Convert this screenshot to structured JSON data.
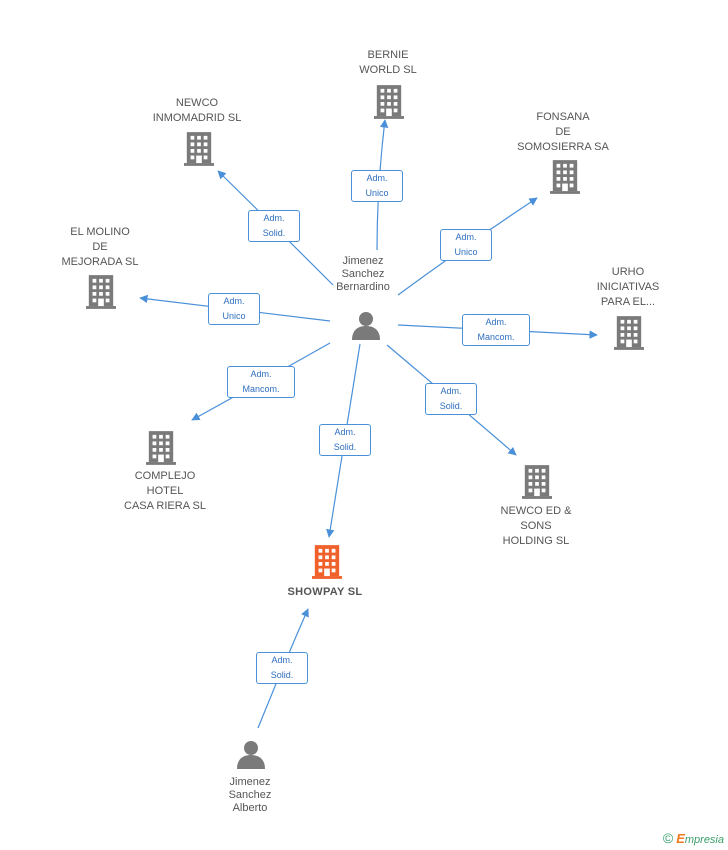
{
  "colors": {
    "edge": "#4a90d9",
    "company": "#7a7a7a",
    "focus_company": "#f0602a",
    "person": "#7a7a7a"
  },
  "companies": [
    {
      "id": "bernie",
      "label": "BERNIE\nWORLD  SL"
    },
    {
      "id": "newco_inmo",
      "label": "NEWCO\nINMOMADRID SL"
    },
    {
      "id": "fonsana",
      "label": "FONSANA\nDE\nSOMOSIERRA SA"
    },
    {
      "id": "molino",
      "label": "EL MOLINO\nDE\nMEJORADA SL"
    },
    {
      "id": "urho",
      "label": "URHO\nINICIATIVAS\nPARA EL..."
    },
    {
      "id": "complejo",
      "label": "COMPLEJO\nHOTEL\nCASA RIERA SL"
    },
    {
      "id": "newco_ed",
      "label": "NEWCO ED &\nSONS\nHOLDING SL"
    },
    {
      "id": "showpay",
      "label": "SHOWPAY  SL",
      "focus": true
    }
  ],
  "persons": [
    {
      "id": "bernardino",
      "label": "Jimenez\nSanchez\nBernardino"
    },
    {
      "id": "alberto",
      "label": "Jimenez\nSanchez\nAlberto"
    }
  ],
  "relations": [
    {
      "from": "bernardino",
      "to": "bernie",
      "label": "Adm.\nUnico"
    },
    {
      "from": "bernardino",
      "to": "newco_inmo",
      "label": "Adm.\nSolid."
    },
    {
      "from": "bernardino",
      "to": "fonsana",
      "label": "Adm.\nUnico"
    },
    {
      "from": "bernardino",
      "to": "molino",
      "label": "Adm.\nUnico"
    },
    {
      "from": "bernardino",
      "to": "urho",
      "label": "Adm.\nMancom."
    },
    {
      "from": "bernardino",
      "to": "complejo",
      "label": "Adm.\nMancom."
    },
    {
      "from": "bernardino",
      "to": "newco_ed",
      "label": "Adm.\nSolid."
    },
    {
      "from": "bernardino",
      "to": "showpay",
      "label": "Adm.\nSolid."
    },
    {
      "from": "alberto",
      "to": "showpay",
      "label": "Adm.\nSolid."
    }
  ],
  "footer": {
    "copyright": "©",
    "brand_first": "E",
    "brand_rest": "mpresia"
  }
}
